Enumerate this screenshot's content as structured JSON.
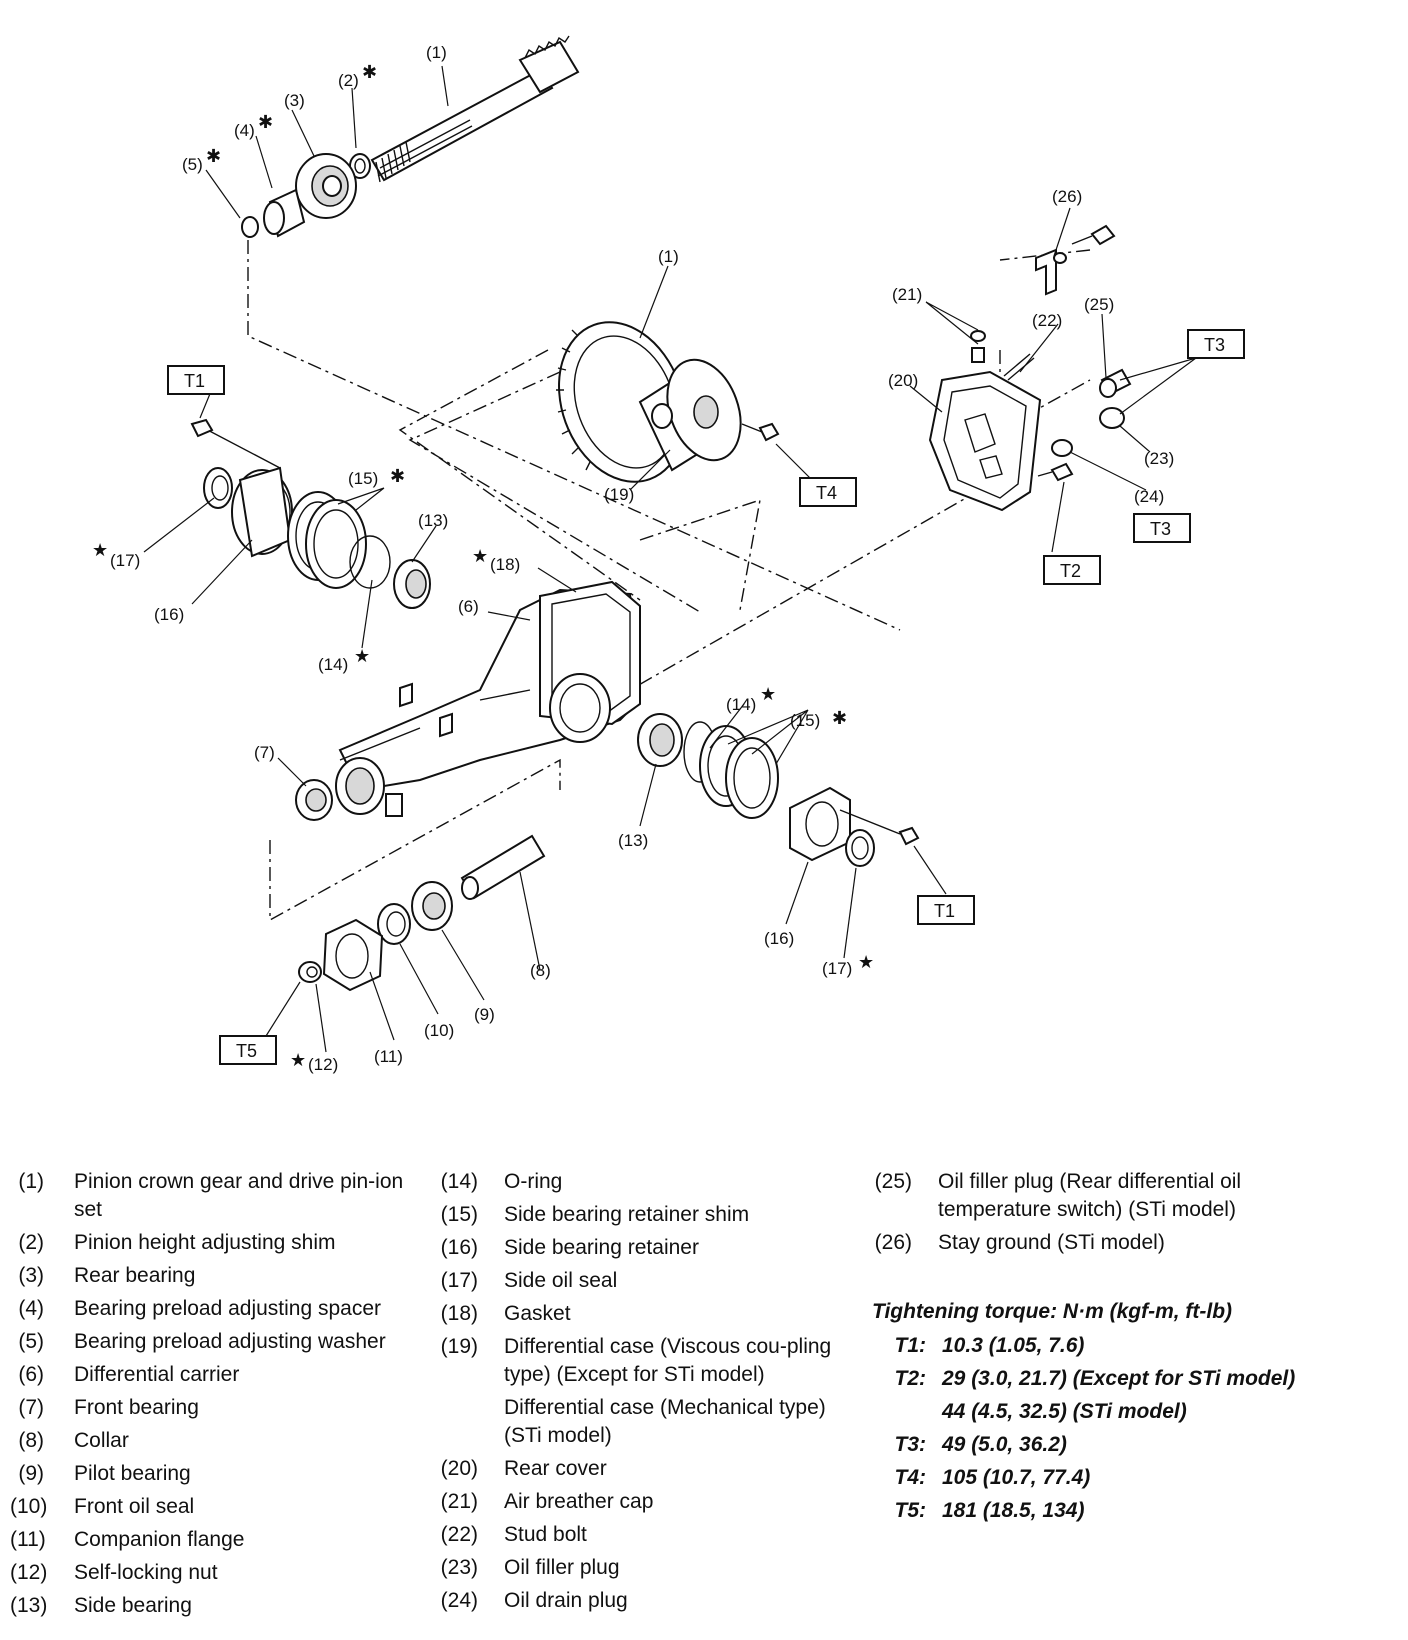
{
  "diagram": {
    "callouts": {
      "c1a": "(1)",
      "c2": "(2)",
      "c3": "(3)",
      "c4": "(4)",
      "c5": "(5)",
      "c1b": "(1)",
      "c26": "(26)",
      "c21": "(21)",
      "c22": "(22)",
      "c25": "(25)",
      "c20": "(20)",
      "c19": "(19)",
      "c23": "(23)",
      "c24": "(24)",
      "c15a": "(15)",
      "c13a": "(13)",
      "c18": "(18)",
      "c17a": "(17)",
      "c16a": "(16)",
      "c6": "(6)",
      "c14a": "(14)",
      "c7": "(7)",
      "c14b": "(14)",
      "c15b": "(15)",
      "c13b": "(13)",
      "c16b": "(16)",
      "c17b": "(17)",
      "c8": "(8)",
      "c9": "(9)",
      "c10": "(10)",
      "c11": "(11)",
      "c12": "(12)"
    },
    "torque_tags": {
      "t1a": "T1",
      "t1b": "T1",
      "t2": "T2",
      "t3a": "T3",
      "t3b": "T3",
      "t4": "T4",
      "t5": "T5"
    },
    "symbols": {
      "star": "★",
      "asterisk": "✱"
    }
  },
  "legend": {
    "col1": [
      {
        "num": "(1)",
        "text": "Pinion crown gear and drive pin-ion set"
      },
      {
        "num": "(2)",
        "text": "Pinion height adjusting shim"
      },
      {
        "num": "(3)",
        "text": "Rear bearing"
      },
      {
        "num": "(4)",
        "text": "Bearing preload adjusting spacer"
      },
      {
        "num": "(5)",
        "text": "Bearing preload adjusting washer"
      },
      {
        "num": "(6)",
        "text": "Differential carrier"
      },
      {
        "num": "(7)",
        "text": "Front bearing"
      },
      {
        "num": "(8)",
        "text": "Collar"
      },
      {
        "num": "(9)",
        "text": "Pilot bearing"
      },
      {
        "num": "(10)",
        "text": "Front oil seal"
      },
      {
        "num": "(11)",
        "text": "Companion flange"
      },
      {
        "num": "(12)",
        "text": "Self-locking nut"
      },
      {
        "num": "(13)",
        "text": "Side bearing"
      }
    ],
    "col2": [
      {
        "num": "(14)",
        "text": "O-ring"
      },
      {
        "num": "(15)",
        "text": "Side bearing retainer shim"
      },
      {
        "num": "(16)",
        "text": "Side bearing retainer"
      },
      {
        "num": "(17)",
        "text": "Side oil seal"
      },
      {
        "num": "(18)",
        "text": "Gasket"
      },
      {
        "num": "(19)",
        "text": "Differential case (Viscous cou-pling type) (Except for STi model)"
      },
      {
        "num": "",
        "text": "Differential case (Mechanical type) (STi model)"
      },
      {
        "num": "(20)",
        "text": "Rear cover"
      },
      {
        "num": "(21)",
        "text": "Air breather cap"
      },
      {
        "num": "(22)",
        "text": "Stud bolt"
      },
      {
        "num": "(23)",
        "text": "Oil filler plug"
      },
      {
        "num": "(24)",
        "text": "Oil drain plug"
      }
    ],
    "col3": [
      {
        "num": "(25)",
        "text": "Oil filler plug (Rear differential oil temperature switch) (STi model)"
      },
      {
        "num": "(26)",
        "text": "Stay ground (STi model)"
      }
    ]
  },
  "torque": {
    "title": "Tightening torque: N·m (kgf-m, ft-lb)",
    "rows": [
      {
        "key": "T1:",
        "value": "10.3 (1.05, 7.6)"
      },
      {
        "key": "T2:",
        "value": "29 (3.0, 21.7) (Except for STi model)"
      },
      {
        "key": "",
        "value": "44 (4.5, 32.5) (STi model)"
      },
      {
        "key": "T3:",
        "value": "49 (5.0, 36.2)"
      },
      {
        "key": "T4:",
        "value": "105 (10.7, 77.4)"
      },
      {
        "key": "T5:",
        "value": "181 (18.5, 134)"
      }
    ]
  }
}
